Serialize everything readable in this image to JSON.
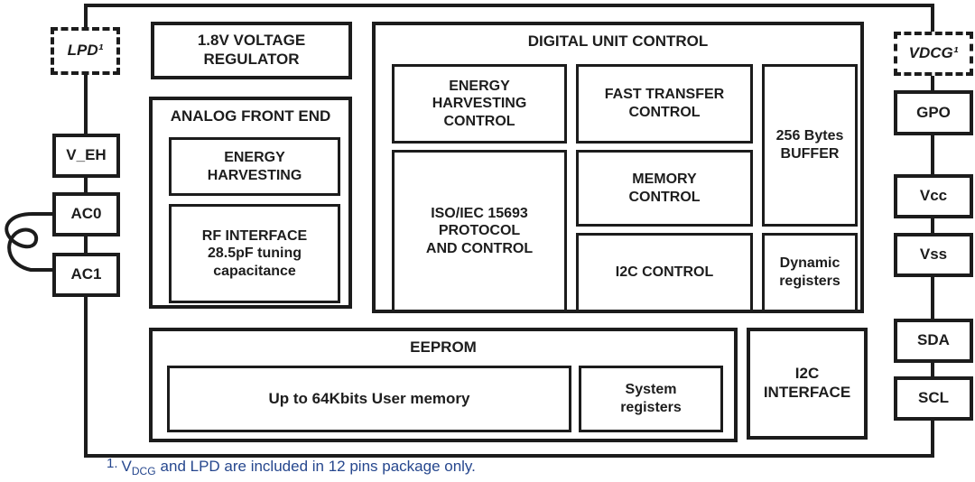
{
  "diagram": {
    "pins_left": [
      {
        "label": "LPD¹"
      },
      {
        "label": "V_EH"
      },
      {
        "label": "AC0"
      },
      {
        "label": "AC1"
      }
    ],
    "pins_right": [
      {
        "label": "VDCG¹"
      },
      {
        "label": "GPO"
      },
      {
        "label": "Vcc"
      },
      {
        "label": "Vss"
      },
      {
        "label": "SDA"
      },
      {
        "label": "SCL"
      }
    ],
    "blocks": {
      "voltage_regulator": "1.8V VOLTAGE\nREGULATOR",
      "analog_front_end": {
        "title": "ANALOG FRONT END",
        "energy_harvesting": "ENERGY\nHARVESTING",
        "rf_interface": "RF INTERFACE\n28.5pF tuning\ncapacitance"
      },
      "digital_unit_control": {
        "title": "DIGITAL UNIT CONTROL",
        "energy_harvesting_control": "ENERGY\nHARVESTING\nCONTROL",
        "fast_transfer_control": "FAST TRANSFER\nCONTROL",
        "buffer": "256 Bytes\nBUFFER",
        "iso_protocol": "ISO/IEC 15693\nPROTOCOL\nAND CONTROL",
        "memory_control": "MEMORY\nCONTROL",
        "i2c_control": "I2C CONTROL",
        "dynamic_registers": "Dynamic\nregisters"
      },
      "eeprom": {
        "title": "EEPROM",
        "user_memory": "Up to 64Kbits User memory",
        "system_registers": "System\nregisters"
      },
      "i2c_interface": "I2C\nINTERFACE"
    },
    "footnote": {
      "index": "1.",
      "var": "V",
      "var_sub": "DCG",
      "text": "and LPD are included in 12 pins package only."
    },
    "colors": {
      "line": "#1c1c1c",
      "footnote_blue": "#26478E",
      "background": "#ffffff"
    }
  }
}
